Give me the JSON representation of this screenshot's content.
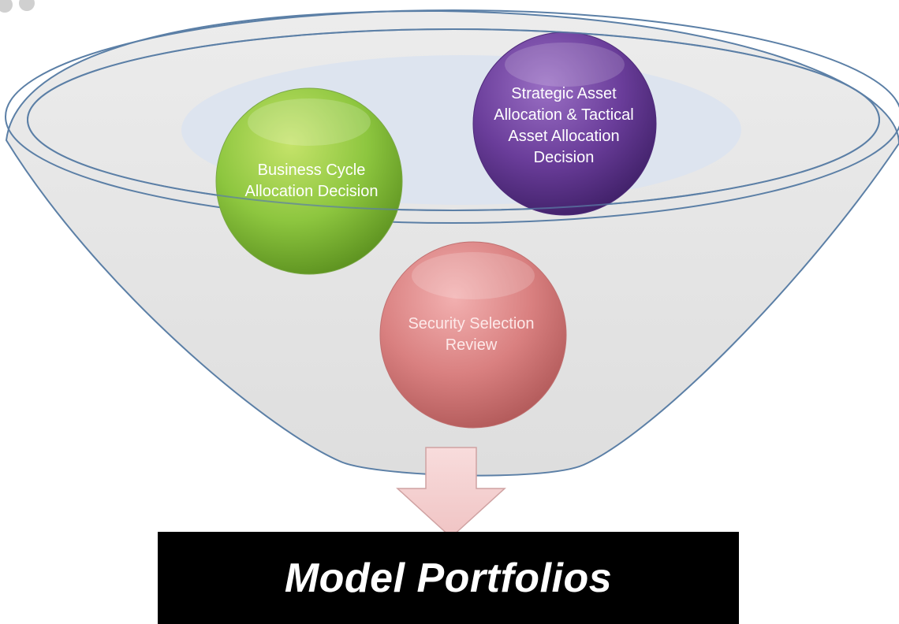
{
  "diagram": {
    "stages": [
      {
        "id": "business-cycle",
        "label": "Business Cycle Allocation Decision",
        "color": "#8dc63f"
      },
      {
        "id": "strategic-tactical",
        "label": "Strategic Asset Allocation & Tactical Asset Allocation Decision",
        "color": "#6a3d9a"
      },
      {
        "id": "security-selection",
        "label": "Security Selection Review",
        "color": "#d98080"
      }
    ],
    "output": {
      "label": "Model Portfolios"
    },
    "colors": {
      "funnel_fill": "#e6e6e6",
      "funnel_stroke": "#5b7fa6",
      "ellipse_fill": "#dbe3ef",
      "arrow_fill": "#f5d0d0",
      "output_bg": "#000000"
    }
  }
}
